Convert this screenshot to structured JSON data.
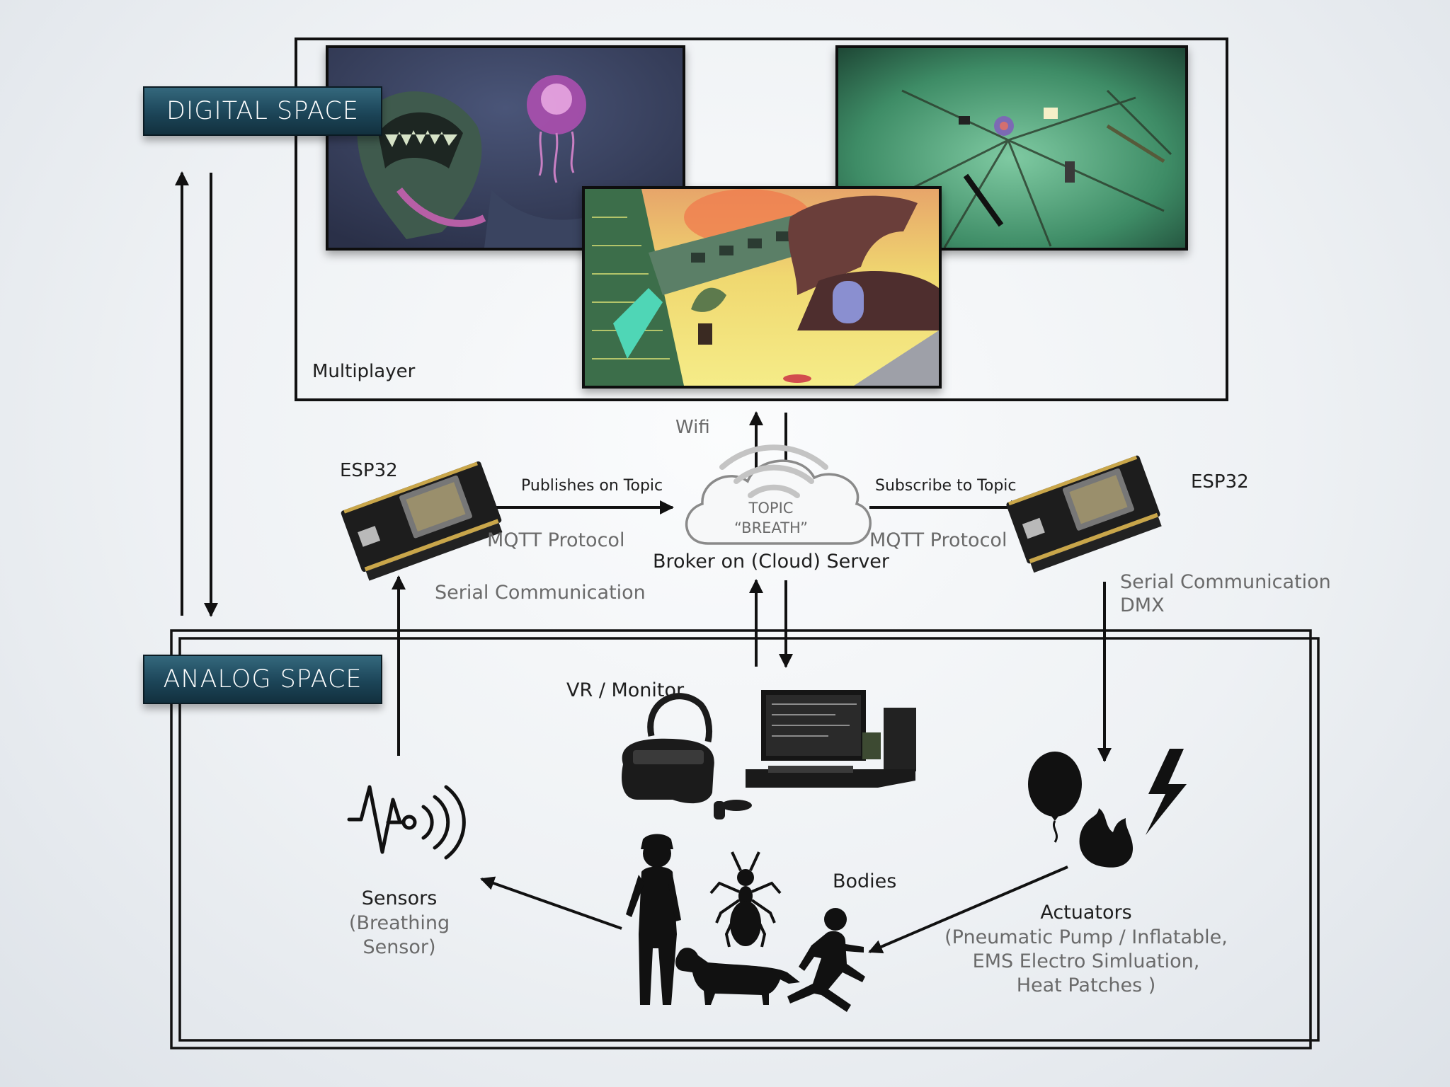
{
  "spaces": {
    "digital": "DIGITAL SPACE",
    "analog": "ANALOG SPACE"
  },
  "multiplayer": {
    "label": "Multiplayer",
    "screens": [
      {
        "scene": "underwater-jellyfish-scene"
      },
      {
        "scene": "green-underwater-debris-scene"
      },
      {
        "scene": "circuit-board-landscape-scene"
      }
    ]
  },
  "network": {
    "wifi": "Wifi",
    "publisher": {
      "label": "ESP32",
      "publish_text": "Publishes on Topic",
      "protocol": "MQTT Protocol",
      "serial": "Serial Communication"
    },
    "broker": {
      "topic_line1": "TOPIC",
      "topic_line2": "“BREATH”",
      "caption": "Broker on (Cloud) Server"
    },
    "subscriber": {
      "label": "ESP32",
      "subscribe_text": "Subscribe to Topic",
      "protocol": "MQTT Protocol",
      "serial_line1": "Serial Communication",
      "serial_line2": "DMX"
    }
  },
  "analog": {
    "vr_label": "VR / Monitor",
    "sensors": {
      "title": "Sensors",
      "detail": "(Breathing\nSensor)"
    },
    "bodies": {
      "title": "Bodies"
    },
    "actuators": {
      "title": "Actuators",
      "detail": "(Pneumatic Pump / Inflatable,\nEMS Electro Simluation,\nHeat Patches )"
    }
  },
  "colors": {
    "label_fill": "#1c4558",
    "line": "#111111",
    "grey_text": "#6a6a6a"
  }
}
